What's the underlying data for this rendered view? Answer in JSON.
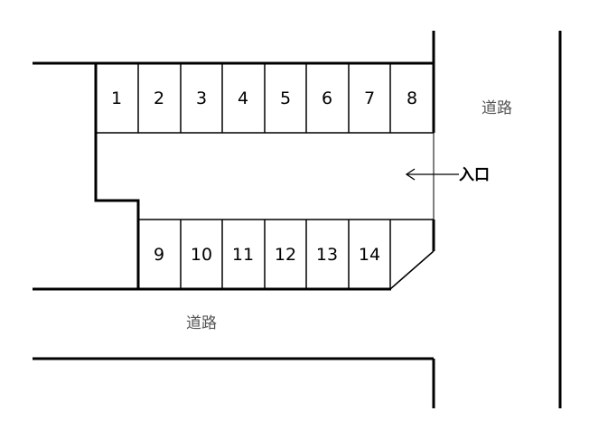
{
  "diagram": {
    "top_row_stalls": [
      "1",
      "2",
      "3",
      "4",
      "5",
      "6",
      "7",
      "8"
    ],
    "bottom_row_stalls": [
      "9",
      "10",
      "11",
      "12",
      "13",
      "14"
    ],
    "road_label_right": "道路",
    "road_label_bottom": "道路",
    "entrance_label": "入口",
    "line_color": "#000000",
    "road_text_color": "#555555"
  }
}
